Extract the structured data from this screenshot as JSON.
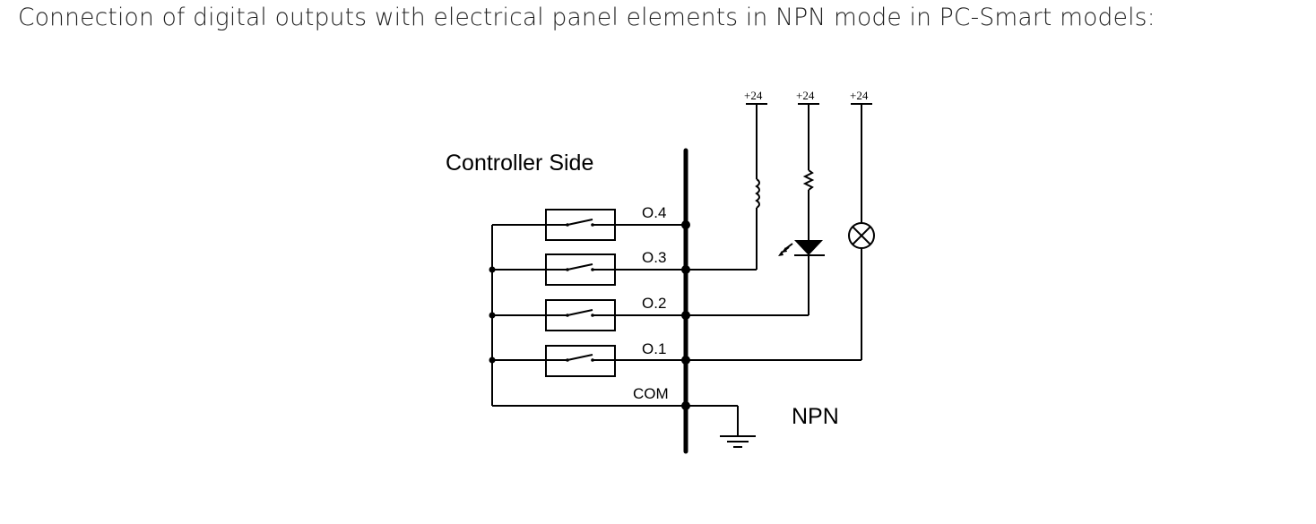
{
  "caption": "Connection of digital outputs with electrical panel elements in NPN mode in PC-Smart models:",
  "diagram": {
    "side_label": "Controller Side",
    "mode_label": "NPN",
    "outputs": [
      {
        "label": "O.4"
      },
      {
        "label": "O.3"
      },
      {
        "label": "O.2"
      },
      {
        "label": "O.1"
      }
    ],
    "common_label": "COM",
    "supplies": [
      {
        "label": "+24",
        "load": "relay-coil"
      },
      {
        "label": "+24",
        "load": "led-with-resistor"
      },
      {
        "label": "+24",
        "load": "lamp"
      }
    ],
    "connections": [
      {
        "output": "O.3",
        "load": "relay-coil"
      },
      {
        "output": "O.2",
        "load": "led-with-resistor"
      },
      {
        "output": "O.1",
        "load": "lamp"
      },
      {
        "output": "COM",
        "load": "ground"
      }
    ]
  }
}
